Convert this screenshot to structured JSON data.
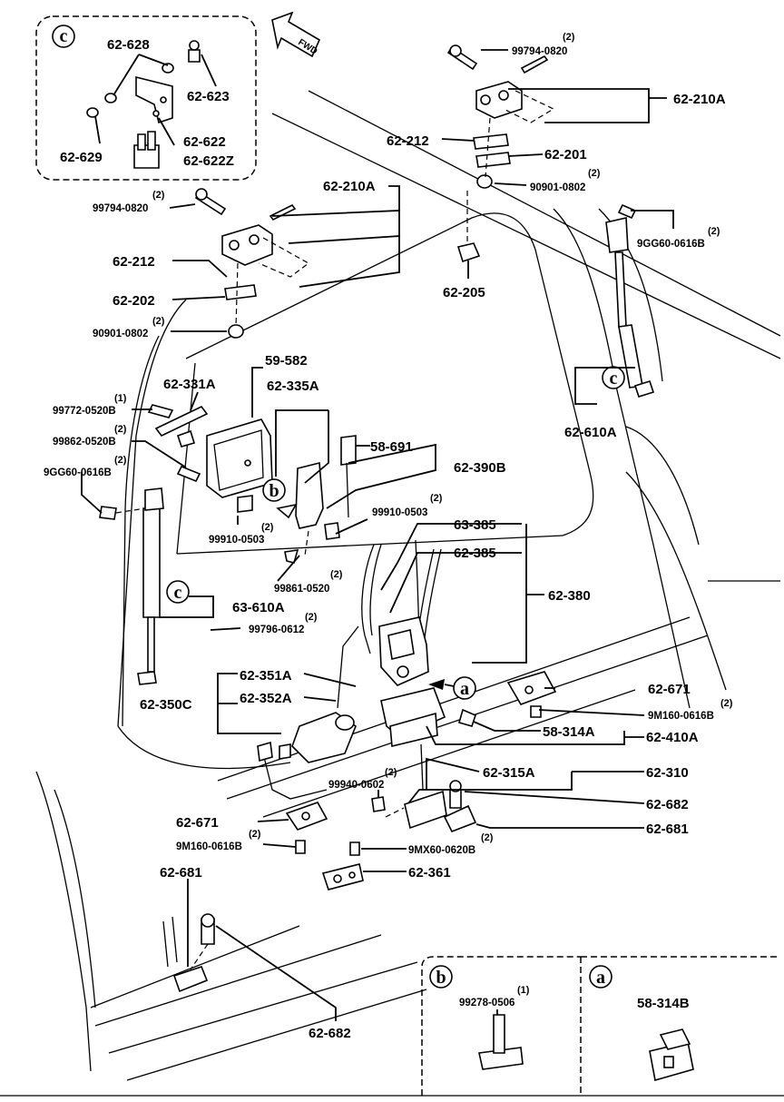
{
  "callouts": [
    {
      "num": "62-628",
      "qty": ""
    },
    {
      "num": "62-623",
      "qty": ""
    },
    {
      "num": "62-629",
      "qty": ""
    },
    {
      "num": "62-622",
      "qty": ""
    },
    {
      "num": "62-622Z",
      "qty": ""
    },
    {
      "num": "99794-0820",
      "qty": "(2)"
    },
    {
      "num": "62-210A",
      "qty": ""
    },
    {
      "num": "62-212",
      "qty": ""
    },
    {
      "num": "62-201",
      "qty": ""
    },
    {
      "num": "90901-0802",
      "qty": "(2)"
    },
    {
      "num": "99794-0820",
      "qty": "(2)"
    },
    {
      "num": "62-210A",
      "qty": ""
    },
    {
      "num": "62-212",
      "qty": ""
    },
    {
      "num": "62-202",
      "qty": ""
    },
    {
      "num": "90901-0802",
      "qty": "(2)"
    },
    {
      "num": "62-205",
      "qty": ""
    },
    {
      "num": "9GG60-0616B",
      "qty": "(2)"
    },
    {
      "num": "59-582",
      "qty": ""
    },
    {
      "num": "62-331A",
      "qty": ""
    },
    {
      "num": "62-335A",
      "qty": ""
    },
    {
      "num": "99772-0520B",
      "qty": "(1)"
    },
    {
      "num": "99862-0520B",
      "qty": "(2)"
    },
    {
      "num": "9GG60-0616B",
      "qty": "(2)"
    },
    {
      "num": "58-691",
      "qty": ""
    },
    {
      "num": "62-390B",
      "qty": ""
    },
    {
      "num": "62-610A",
      "qty": ""
    },
    {
      "num": "99910-0503",
      "qty": "(2)"
    },
    {
      "num": "99910-0503",
      "qty": "(2)"
    },
    {
      "num": "63-385",
      "qty": ""
    },
    {
      "num": "62-385",
      "qty": ""
    },
    {
      "num": "99861-0520",
      "qty": "(2)"
    },
    {
      "num": "62-380",
      "qty": ""
    },
    {
      "num": "63-610A",
      "qty": ""
    },
    {
      "num": "99796-0612",
      "qty": "(2)"
    },
    {
      "num": "62-351A",
      "qty": ""
    },
    {
      "num": "62-350C",
      "qty": ""
    },
    {
      "num": "62-352A",
      "qty": ""
    },
    {
      "num": "62-671",
      "qty": ""
    },
    {
      "num": "9M160-0616B",
      "qty": "(2)"
    },
    {
      "num": "58-314A",
      "qty": ""
    },
    {
      "num": "62-410A",
      "qty": ""
    },
    {
      "num": "99940-0602",
      "qty": "(2)"
    },
    {
      "num": "62-315A",
      "qty": ""
    },
    {
      "num": "62-310",
      "qty": ""
    },
    {
      "num": "62-682",
      "qty": ""
    },
    {
      "num": "62-671",
      "qty": ""
    },
    {
      "num": "62-681",
      "qty": ""
    },
    {
      "num": "9M160-0616B",
      "qty": "(2)"
    },
    {
      "num": "9MX60-0620B",
      "qty": "(2)"
    },
    {
      "num": "62-361",
      "qty": ""
    },
    {
      "num": "62-681",
      "qty": ""
    },
    {
      "num": "62-682",
      "qty": ""
    },
    {
      "num": "99278-0506",
      "qty": "(1)"
    },
    {
      "num": "58-314B",
      "qty": ""
    }
  ],
  "circle_refs": [
    "c",
    "c",
    "b",
    "c",
    "a",
    "b",
    "a"
  ],
  "fwd_label": "FWD"
}
